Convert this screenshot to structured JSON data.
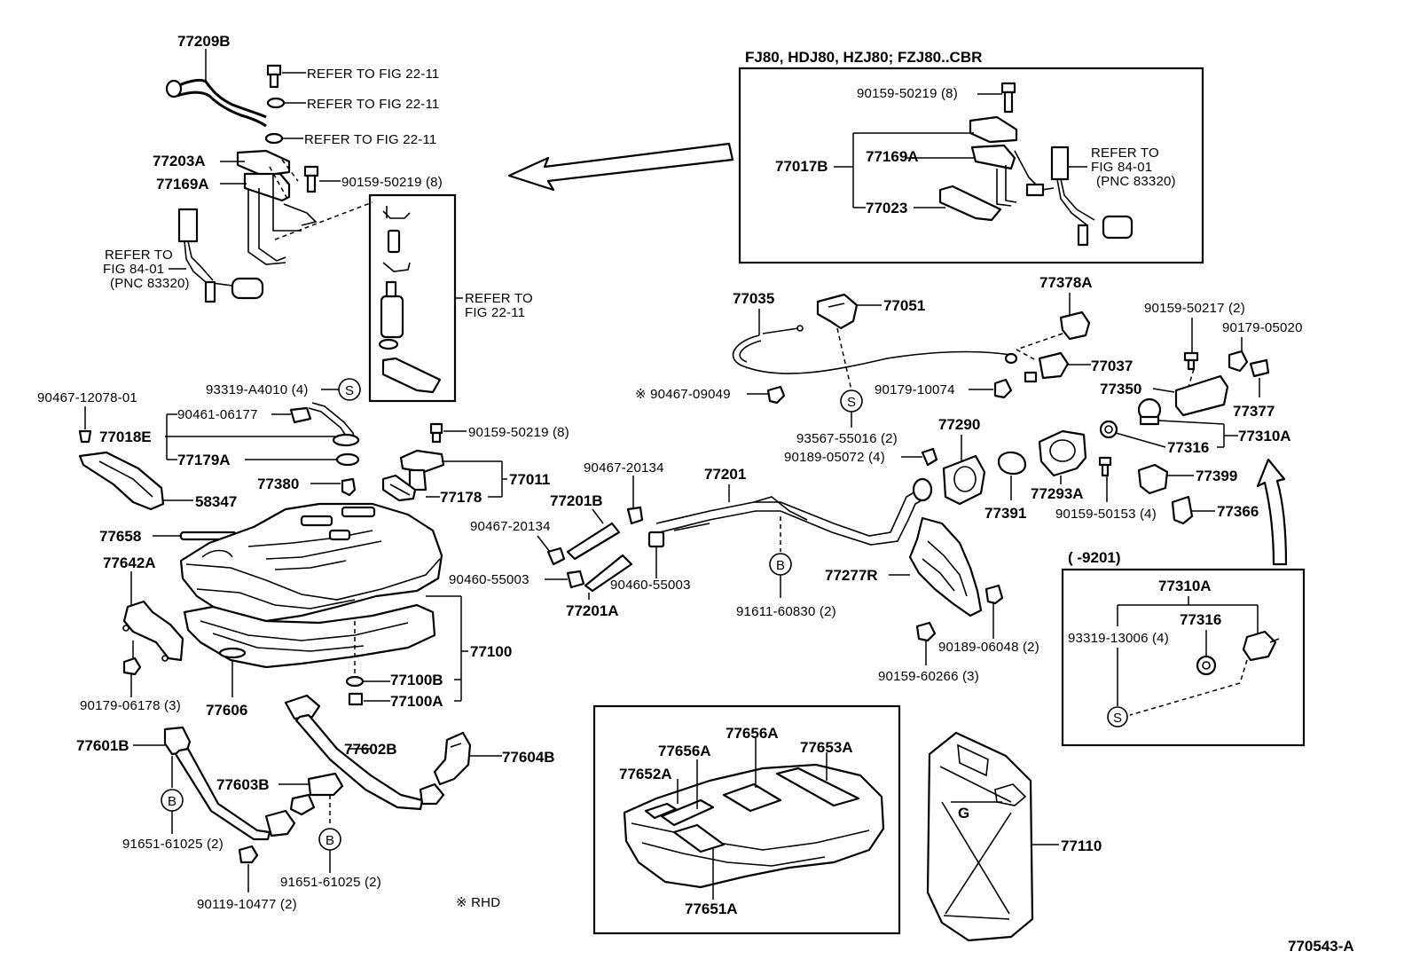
{
  "labels": {
    "p77209B": "77209B",
    "refer_fig_22_11_a": "REFER TO FIG 22-11",
    "refer_fig_22_11_b": "REFER TO FIG 22-11",
    "refer_fig_22_11_c": "REFER TO FIG 22-11",
    "p77203A": "77203A",
    "p90159_50219_a": "90159-50219 (8)",
    "p77169A_a": "77169A",
    "refer_to_a1": "REFER TO",
    "refer_to_a2": "FIG 84-01",
    "refer_to_a3": "(PNC 83320)",
    "refer_to_b1": "REFER TO",
    "refer_to_b2": "FIG 22-11",
    "inset_title": "FJ80, HDJ80, HZJ80; FZJ80..CBR",
    "p90159_50219_b": "90159-50219 (8)",
    "p77017B": "77017B",
    "p77169A_b": "77169A",
    "p77023": "77023",
    "refer_to_c1": "REFER TO",
    "refer_to_c2": "FIG 84-01",
    "refer_to_c3": "(PNC 83320)",
    "p90467_12078": "90467-12078-01",
    "p93319_A4010": "93319-A4010 (4)",
    "s1": "S",
    "p90461_06177": "90461-06177",
    "p77018E": "77018E",
    "p77179A": "77179A",
    "p90159_50219_c": "90159-50219 (8)",
    "p77380": "77380",
    "p77011": "77011",
    "p77178": "77178",
    "p58347": "58347",
    "p77658": "77658",
    "p77642A": "77642A",
    "p77100": "77100",
    "p77100B": "77100B",
    "p77100A": "77100A",
    "p90179_06178": "90179-06178 (3)",
    "p77606": "77606",
    "p77601B": "77601B",
    "p77602B": "77602B",
    "p77604B": "77604B",
    "p77603B": "77603B",
    "b1": "B",
    "b2": "B",
    "p91651_61025_a": "91651-61025 (2)",
    "p91651_61025_b": "91651-61025 (2)",
    "p90119_10477": "90119-10477 (2)",
    "rhd": "※ RHD",
    "p77035": "77035",
    "p77051": "77051",
    "p77378A": "77378A",
    "p90159_50217": "90159-50217 (2)",
    "p90179_05020": "90179-05020",
    "p90467_09049": "※ 90467-09049",
    "p90179_10074": "90179-10074",
    "p77037": "77037",
    "p77350": "77350",
    "p77377": "77377",
    "s2": "S",
    "p93567_55016": "93567-55016 (2)",
    "p77290": "77290",
    "p90189_05072": "90189-05072 (4)",
    "p77316_a": "77316",
    "p77310A_a": "77310A",
    "p90467_20134_a": "90467-20134",
    "p77201": "77201",
    "p77201B": "77201B",
    "p90467_20134_b": "90467-20134",
    "p77391": "77391",
    "p77293A": "77293A",
    "p90159_50153": "90159-50153 (4)",
    "p77399": "77399",
    "p77366": "77366",
    "p90460_55003_a": "90460-55003",
    "p90460_55003_b": "90460-55003",
    "p77201A": "77201A",
    "b3": "B",
    "p91611_60830": "91611-60830 (2)",
    "p77277R": "77277R",
    "p90189_06048": "90189-06048 (2)",
    "p90159_60266": "90159-60266 (3)",
    "inset2_title": "(      -9201)",
    "p77310A_b": "77310A",
    "p77316_b": "77316",
    "p93319_13006": "93319-13006 (4)",
    "s3": "S",
    "p77656A_a": "77656A",
    "p77656A_b": "77656A",
    "p77653A": "77653A",
    "p77652A": "77652A",
    "p77651A": "77651A",
    "p77110": "77110",
    "jerrycan_mark": "G",
    "fig_id": "770543-A"
  }
}
